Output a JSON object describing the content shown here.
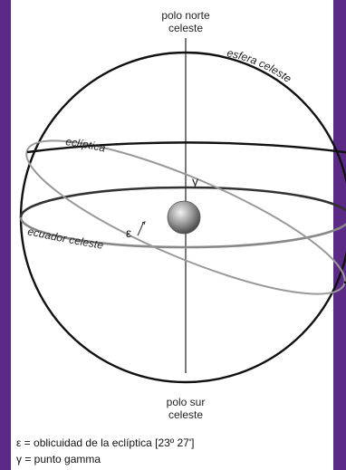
{
  "labels": {
    "north_pole_line1": "polo norte",
    "north_pole_line2": "celeste",
    "celestial_sphere": "esfera celeste",
    "ecliptic": "eclíptica",
    "celestial_equator": "ecuador celeste",
    "south_pole_line1": "polo sur",
    "south_pole_line2": "celeste",
    "gamma_symbol": "γ",
    "epsilon_symbol": "ε"
  },
  "legend": {
    "epsilon_line": "ε = oblicuidad de la eclíptica [23º 27']",
    "gamma_line": "γ = punto gamma"
  }
}
